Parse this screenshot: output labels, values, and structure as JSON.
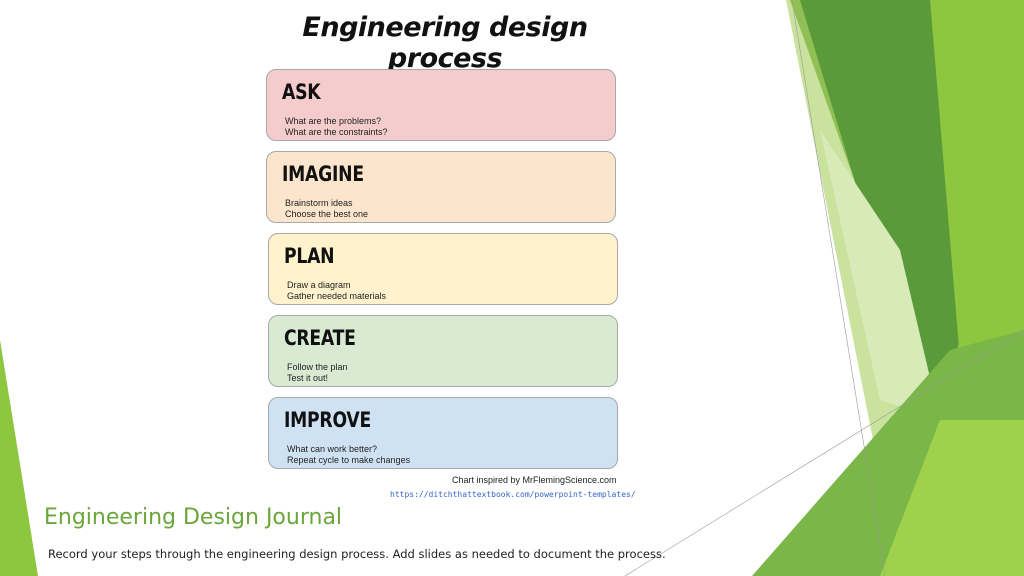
{
  "slide": {
    "chart_title": "Engineering design process",
    "steps": [
      {
        "heading": "ASK",
        "lines": [
          "What are the problems?",
          "What are the constraints?"
        ],
        "color": "#f4cccc"
      },
      {
        "heading": "IMAGINE",
        "lines": [
          "Brainstorm ideas",
          "Choose the best one"
        ],
        "color": "#fce5cd"
      },
      {
        "heading": "PLAN",
        "lines": [
          "Draw a diagram",
          "Gather needed materials"
        ],
        "color": "#fff2cc"
      },
      {
        "heading": "CREATE",
        "lines": [
          "Follow the plan",
          "Test it out!"
        ],
        "color": "#d9ead3"
      },
      {
        "heading": "IMPROVE",
        "lines": [
          "What can work better?",
          "Repeat cycle to make changes"
        ],
        "color": "#cfe2f3"
      }
    ],
    "credit": "Chart inspired by MrFlemingScience.com",
    "link": "https://ditchthattextbook.com/powerpoint-templates/",
    "title": "Engineering Design Journal",
    "subtitle": "Record your steps through the engineering design process. Add slides as needed to document the process."
  },
  "theme": {
    "accent_green": "#8dc63f",
    "dark_green": "#4e8a2b",
    "title_green": "#6aa63a"
  }
}
